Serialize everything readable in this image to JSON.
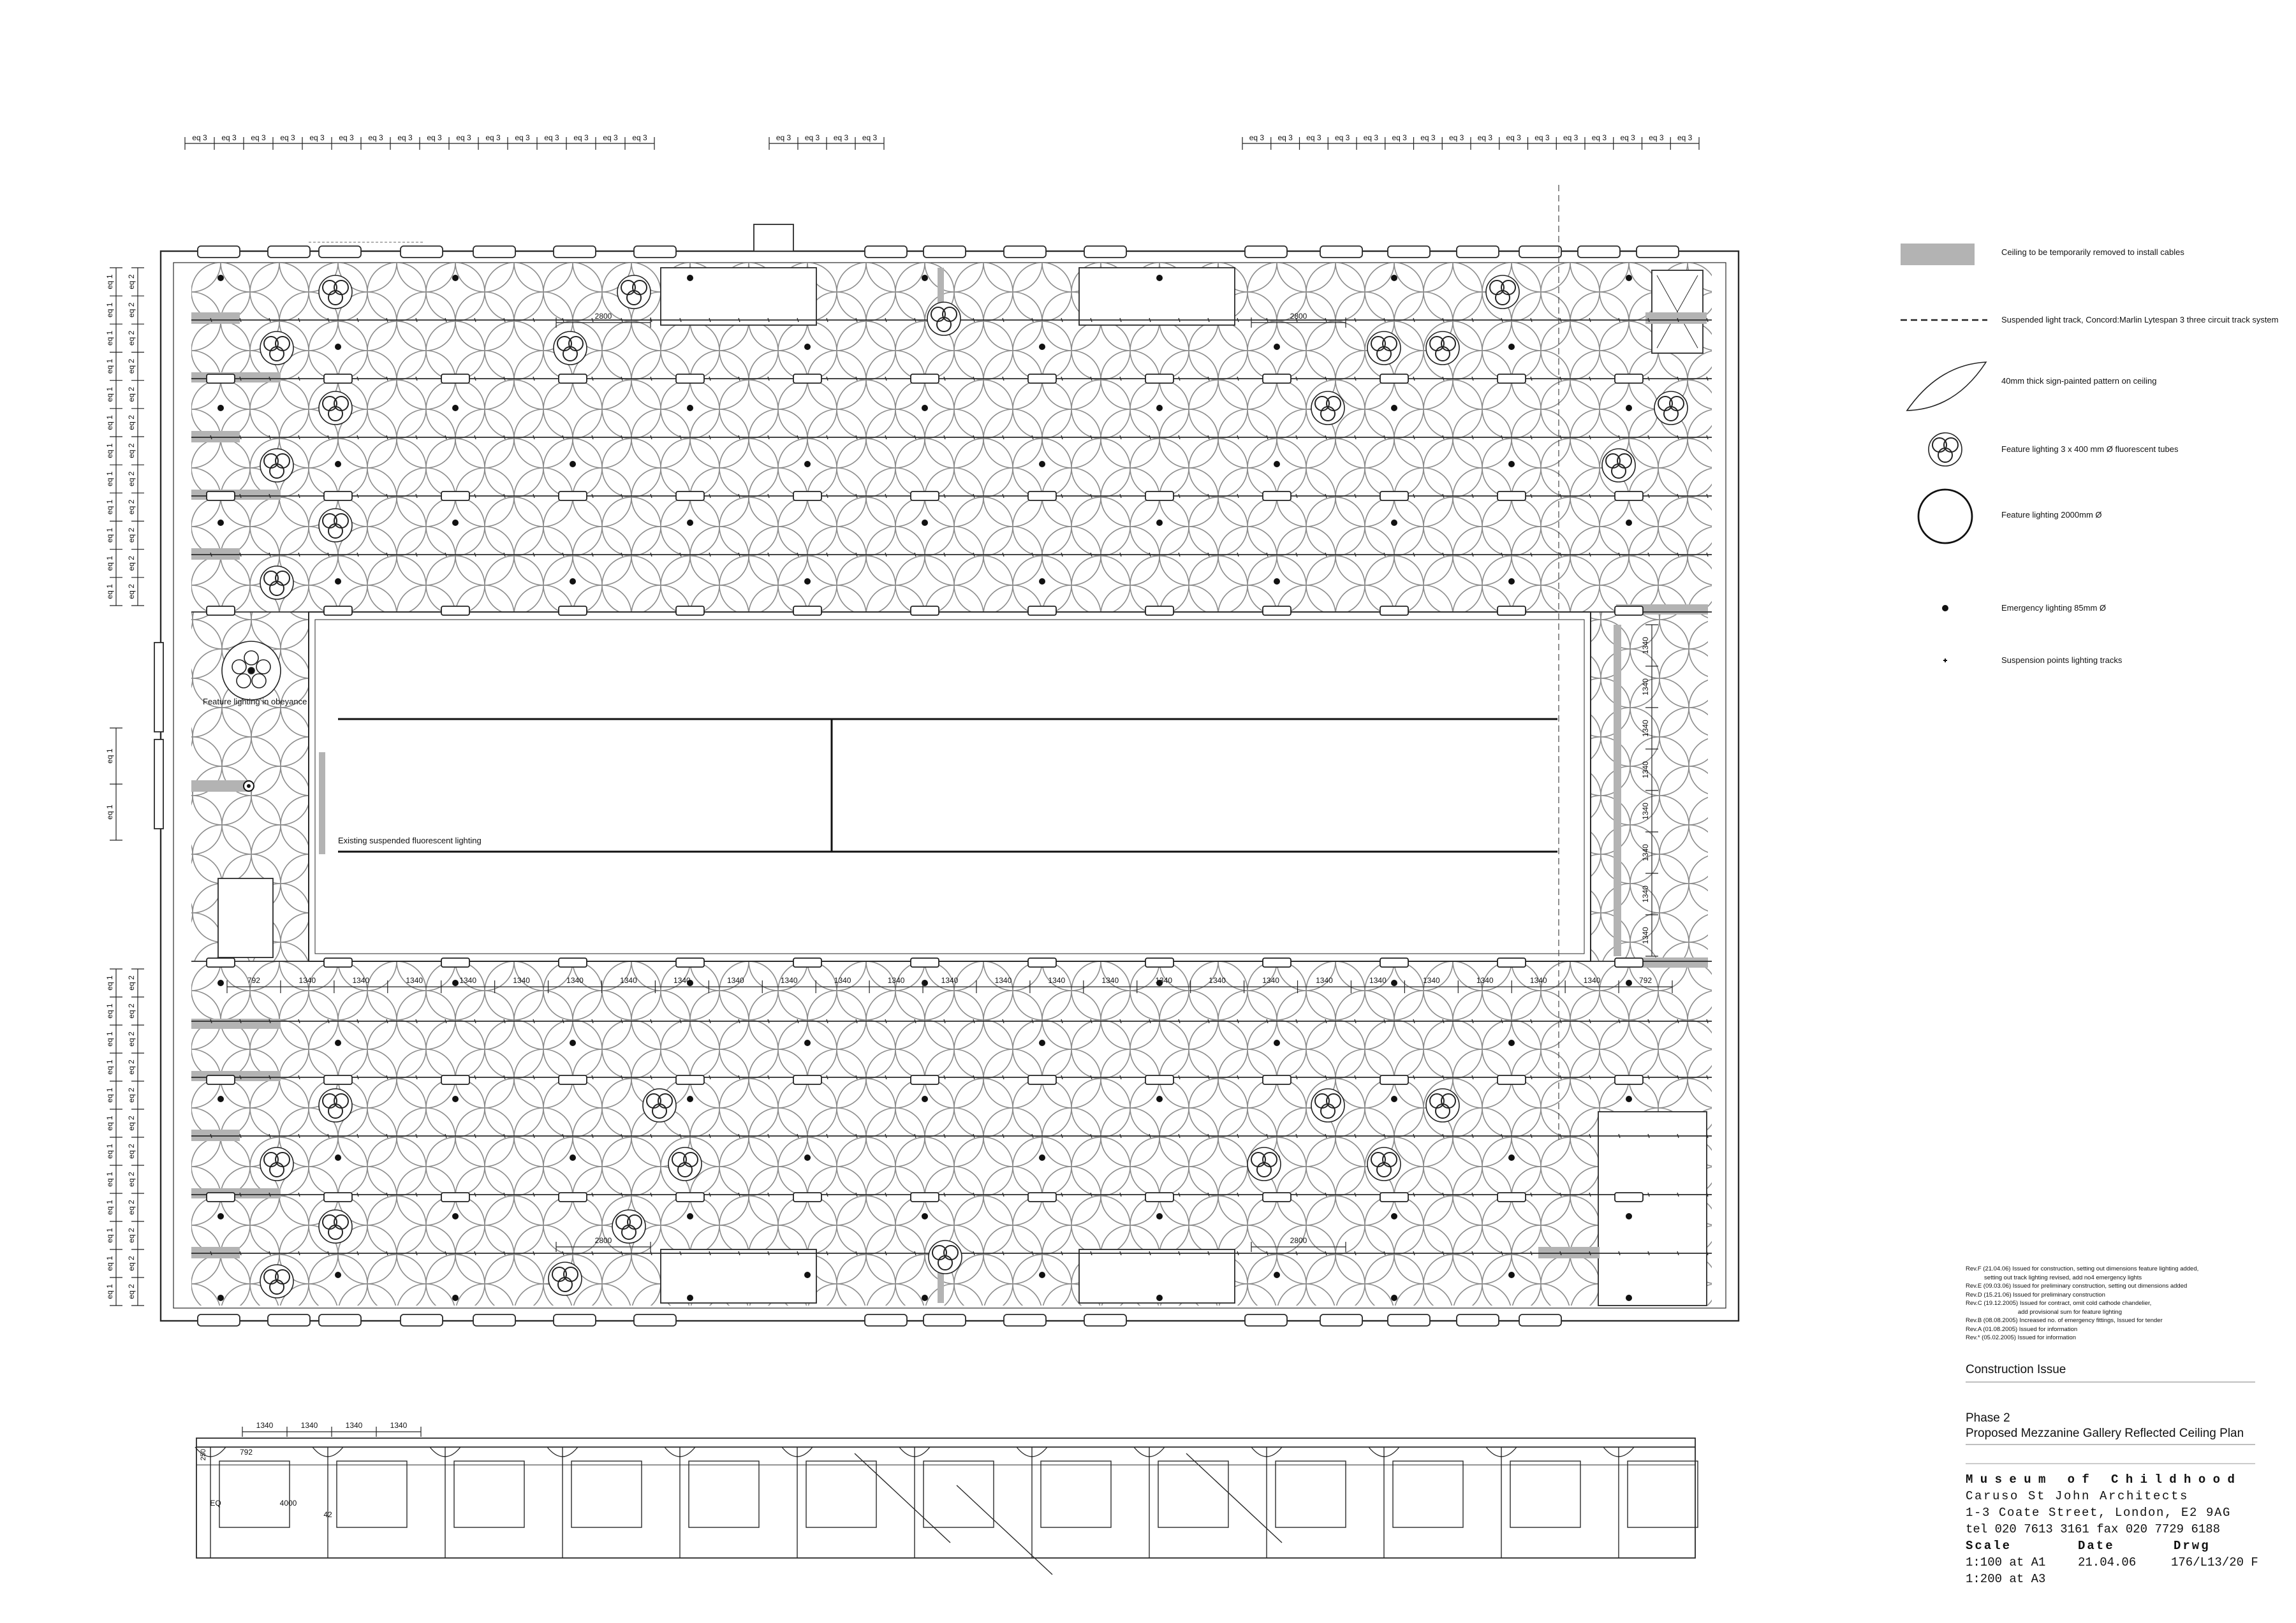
{
  "dimensions": {
    "eq3": "eq 3",
    "eq2": "eq 2",
    "eq1": "eq 1",
    "span_1340": "1340",
    "span_792": "792",
    "span_2800": "2800",
    "span_4000": "4000",
    "span_42": "42",
    "span_EQ": "EQ",
    "span_5": "5",
    "span_250": "250"
  },
  "plan_labels": {
    "feature_obeyance": "Feature lighting in obeyance",
    "existing_fluorescent": "Existing suspended fluorescent lighting"
  },
  "legend": {
    "items": [
      {
        "symbol": "grey-bar",
        "text": "Ceiling to be temporarily removed to install cables"
      },
      {
        "symbol": "dashed-line",
        "text": "Suspended light track, Concord:Marlin Lytespan 3 three circuit track system"
      },
      {
        "symbol": "leaf-shape",
        "text": "40mm thick sign-painted pattern on ceiling"
      },
      {
        "symbol": "triple-circle",
        "text": "Feature lighting 3 x 400 mm Ø fluorescent tubes"
      },
      {
        "symbol": "large-circle",
        "text": "Feature lighting 2000mm Ø"
      },
      {
        "symbol": "dot",
        "text": "Emergency lighting 85mm Ø"
      },
      {
        "symbol": "cross",
        "text": "Suspension points lighting tracks"
      }
    ]
  },
  "revisions": [
    "Rev.F (21.04.06) Issued for  construction, setting out dimensions feature lighting added,",
    "           setting out track lighting revised, add no4 emergency lights",
    "Rev.E (09.03.06) Issued for preliminary  construction, setting out dimensions added",
    "Rev.D (15.21.06) Issued for preliminary construction",
    "Rev.C (19.12.2005) Issued for contract, omit cold cathode chandelier,",
    "                               add provisional sum for feature lighting",
    "Rev.B (08.08.2005) Increased no. of emergency fittings, Issued for tender",
    "Rev.A (01.08.2005) Issued for information",
    "Rev.* (05.02.2005) Issued for information"
  ],
  "title_block": {
    "issue": "Construction Issue",
    "phase": "Phase 2",
    "drawing_title": "Proposed Mezzanine Gallery Reflected Ceiling Plan",
    "project": "M u s e u m   o f   C h i l d h o o d",
    "architect": "Caruso St John Architects",
    "address": "1-3 Coate Street, London, E2 9AG",
    "phone": "tel 020 7613 3161  fax 020 7729 6188",
    "scale_head": "Scale",
    "date_head": "Date",
    "drwg_head": "Drwg",
    "scale_1": "1:100 at A1",
    "scale_2": "1:200 at A3",
    "date": "21.04.06",
    "drawing_no": "176/L13/20 F"
  },
  "colors": {
    "line": "#2a2a2a",
    "ceiling_removed": "#b3b3b3",
    "pattern": "#8c8c8c"
  }
}
